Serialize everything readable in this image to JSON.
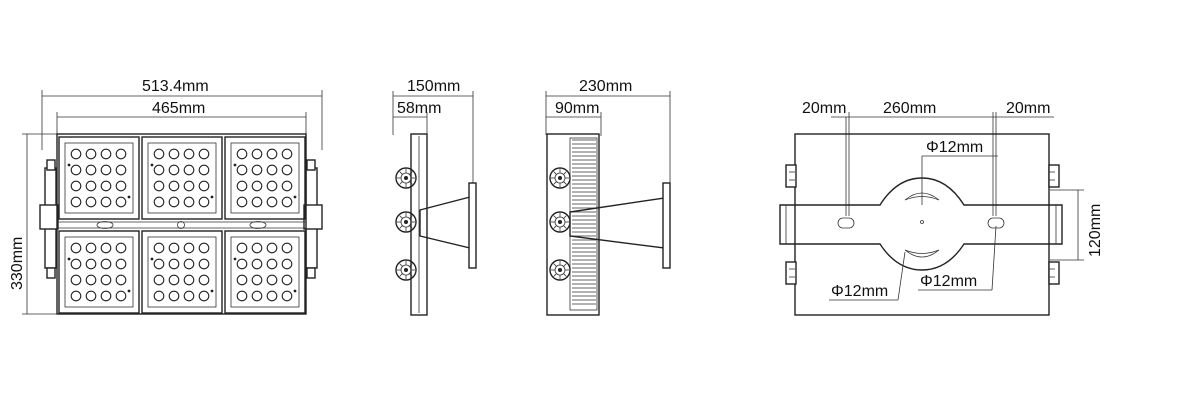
{
  "front_view": {
    "overall_width": "513.4mm",
    "panel_width": "465mm",
    "height": "330mm"
  },
  "side_view_1": {
    "depth": "150mm",
    "body_depth": "58mm"
  },
  "side_view_2": {
    "depth": "230mm",
    "body_depth": "90mm"
  },
  "back_view": {
    "left_margin": "20mm",
    "hole_spacing": "260mm",
    "right_margin": "20mm",
    "hole_top": "Φ12mm",
    "hole_left": "Φ12mm",
    "hole_right": "Φ12mm",
    "bracket_height": "120mm"
  }
}
